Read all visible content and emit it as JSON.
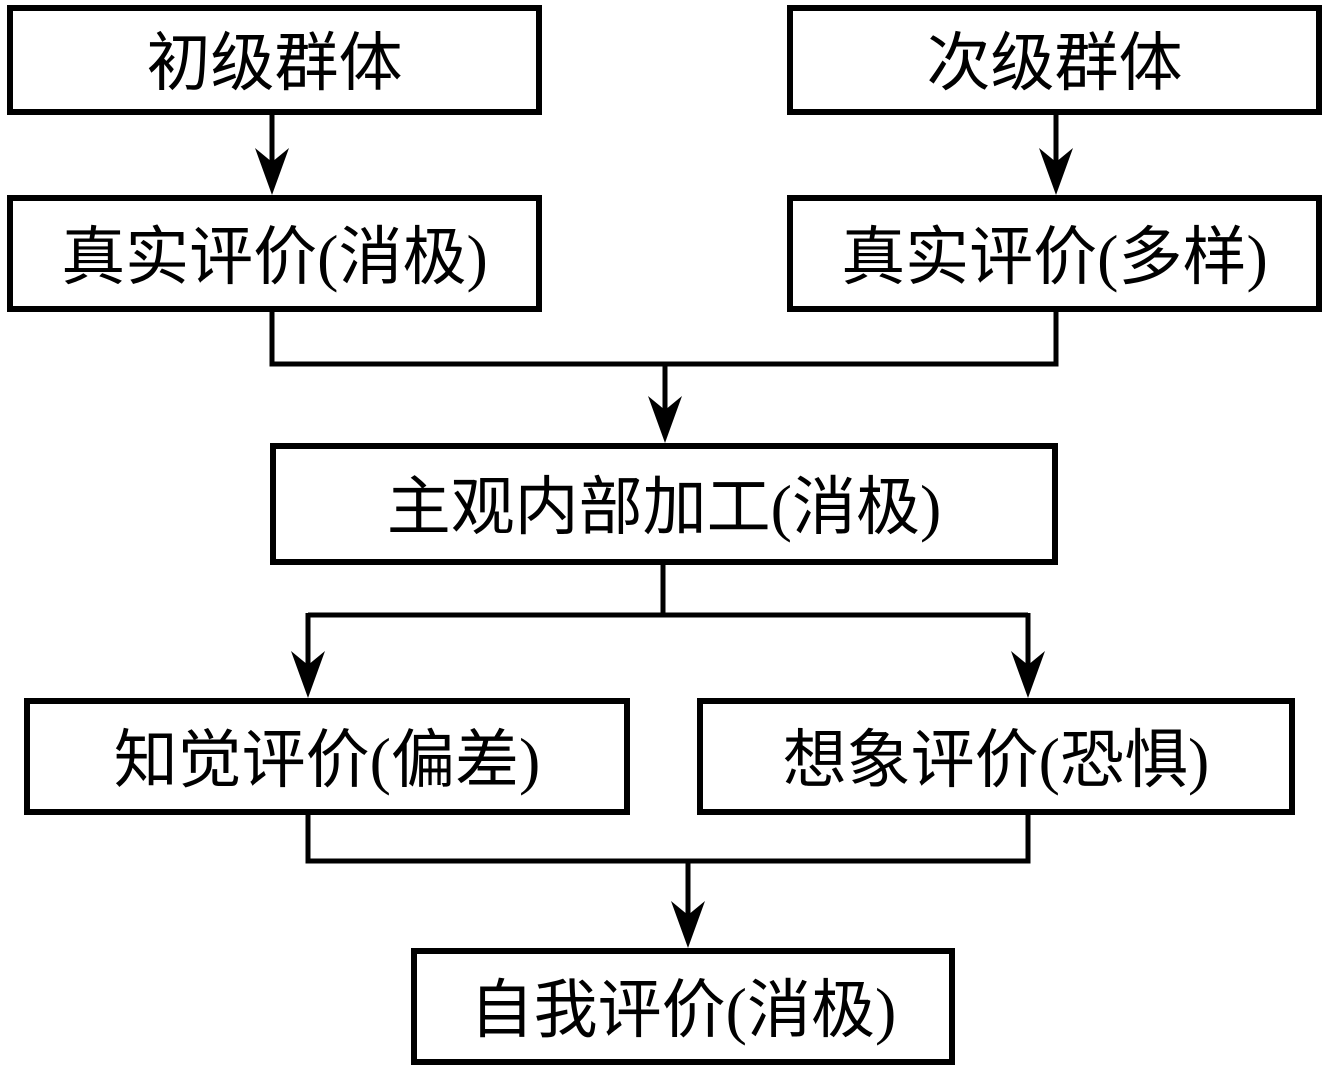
{
  "diagram": {
    "background_color": "#ffffff",
    "line_color": "#000000",
    "box_fill": "#ffffff",
    "nodes": [
      {
        "id": "primary-group",
        "label": "初级群体"
      },
      {
        "id": "secondary-group",
        "label": "次级群体"
      },
      {
        "id": "real-evaluation-negative",
        "label": "真实评价(消极)"
      },
      {
        "id": "real-evaluation-diverse",
        "label": "真实评价(多样)"
      },
      {
        "id": "subjective-internal-processing-negative",
        "label": "主观内部加工(消极)"
      },
      {
        "id": "perceptual-evaluation-bias",
        "label": "知觉评价(偏差)"
      },
      {
        "id": "imagined-evaluation-fear",
        "label": "想象评价(恐惧)"
      },
      {
        "id": "self-evaluation-negative",
        "label": "自我评价(消极)"
      }
    ],
    "edges": [
      {
        "from": "primary-group",
        "to": "real-evaluation-negative"
      },
      {
        "from": "secondary-group",
        "to": "real-evaluation-diverse"
      },
      {
        "from": "real-evaluation-negative",
        "to": "subjective-internal-processing-negative"
      },
      {
        "from": "real-evaluation-diverse",
        "to": "subjective-internal-processing-negative"
      },
      {
        "from": "subjective-internal-processing-negative",
        "to": "perceptual-evaluation-bias"
      },
      {
        "from": "subjective-internal-processing-negative",
        "to": "imagined-evaluation-fear"
      },
      {
        "from": "perceptual-evaluation-bias",
        "to": "self-evaluation-negative"
      },
      {
        "from": "imagined-evaluation-fear",
        "to": "self-evaluation-negative"
      }
    ]
  }
}
